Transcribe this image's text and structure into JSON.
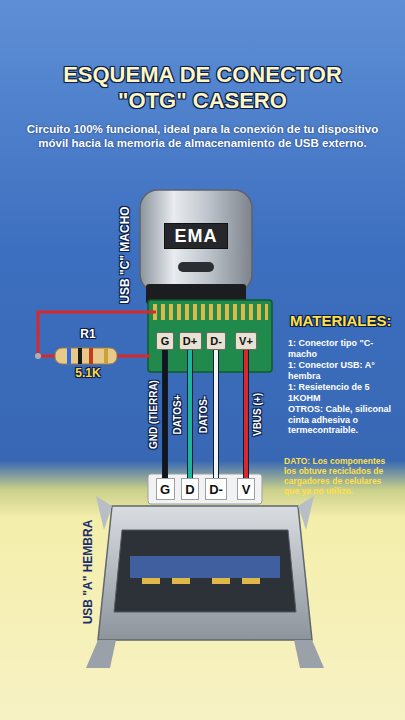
{
  "diagram": {
    "title": "ESQUEMA DE CONECTOR \"OTG\" CASERO",
    "caption": "Circuito 100% funcional, ideal para la conexión de tu dispositivo móvil hacia la memoria de almacenamiento de USB externo.",
    "nodes": [
      {
        "text": [
          "EMA"
        ]
      },
      {
        "text": [
          "G"
        ]
      },
      {
        "text": [
          "D+"
        ]
      },
      {
        "text": [
          "D-"
        ]
      },
      {
        "text": [
          "V+"
        ]
      },
      {
        "text": [
          "G"
        ]
      },
      {
        "text": [
          "D"
        ]
      },
      {
        "text": [
          "D-"
        ]
      },
      {
        "text": [
          "V"
        ]
      }
    ],
    "edges": [
      {
        "from": 1,
        "to": 5,
        "arrow": "none",
        "label": "GND (TIERRA)"
      },
      {
        "from": 2,
        "to": 6,
        "arrow": "none",
        "label": "DATOS+"
      },
      {
        "from": 3,
        "to": 7,
        "arrow": "none",
        "label": "DATOS-"
      },
      {
        "from": 4,
        "to": 8,
        "arrow": "none",
        "label": "VBUS (+)"
      }
    ],
    "labels": [
      "USB \"C\" MACHO",
      "R1",
      "5.1K",
      "MATERIALES:",
      "1: Conector tipo \"C-macho",
      "1: Conector USB: A° hembra",
      "1: Resietencio de 5 1KOHM",
      "OTROS: Cable, siliconal cinta adhesiva o termecontraible.",
      "DATO: Los componentes los obtuve reciclados de cargadores de celulares que ya no utilizo.",
      "USB \"A\" HEMBRA"
    ]
  }
}
